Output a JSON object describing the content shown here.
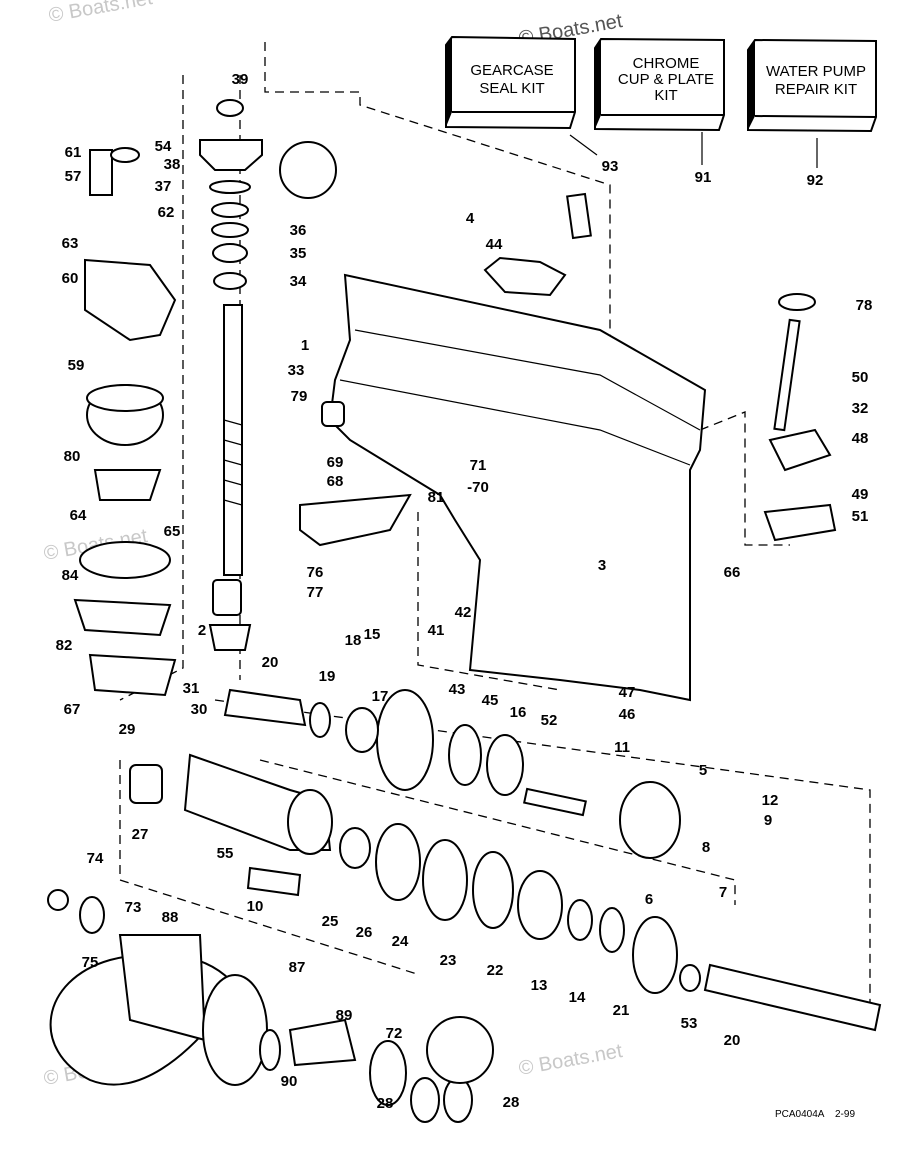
{
  "watermark": "© Boats.net",
  "kits": [
    {
      "line1": "GEARCASE",
      "line2": "SEAL KIT",
      "line3": "",
      "ref": "93"
    },
    {
      "line1": "CHROME",
      "line2": "CUP & PLATE",
      "line3": "KIT",
      "ref": "91"
    },
    {
      "line1": "WATER PUMP",
      "line2": "REPAIR KIT",
      "line3": "",
      "ref": "92"
    }
  ],
  "callouts": [
    "39",
    "54",
    "38",
    "37",
    "36",
    "35",
    "34",
    "61",
    "57",
    "62",
    "63",
    "60",
    "59",
    "33",
    "1",
    "4",
    "44",
    "78",
    "50",
    "32",
    "48",
    "49",
    "51",
    "79",
    "69",
    "68",
    "71",
    "-70",
    "81",
    "80",
    "64",
    "65",
    "84",
    "82",
    "67",
    "76",
    "77",
    "3",
    "66",
    "41",
    "42",
    "15",
    "2",
    "31",
    "18",
    "20",
    "19",
    "17",
    "29",
    "30",
    "43",
    "45",
    "16",
    "52",
    "11",
    "47",
    "46",
    "5",
    "12",
    "9",
    "8",
    "7",
    "6",
    "27",
    "55",
    "10",
    "25",
    "26",
    "24",
    "23",
    "22",
    "13",
    "14",
    "21",
    "53",
    "20",
    "74",
    "73",
    "88",
    "75",
    "87",
    "89",
    "72",
    "90",
    "28",
    "28"
  ],
  "footer": {
    "code": "PCA0404A",
    "date": "2-99"
  }
}
